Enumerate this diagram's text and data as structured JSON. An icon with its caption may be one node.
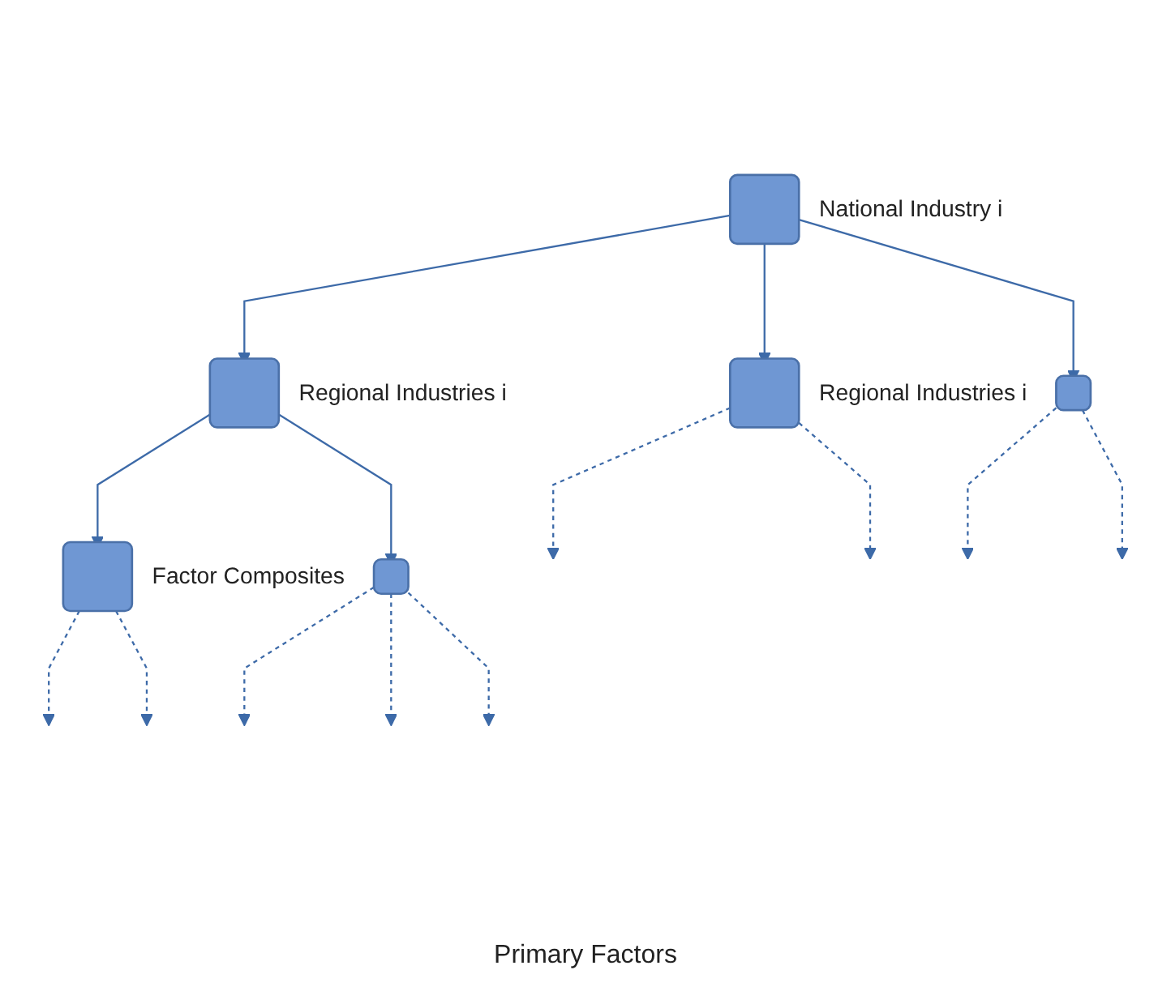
{
  "diagram": {
    "nodes": [
      {
        "text": [],
        "shape": "box",
        "beside": [
          "National Industry i"
        ]
      },
      {
        "text": [],
        "shape": "box",
        "beside": [
          "Regional Industries i"
        ]
      },
      {
        "text": [],
        "shape": "box",
        "beside": [
          "Regional Industries i"
        ]
      },
      {
        "text": [],
        "shape": "box"
      },
      {
        "text": [],
        "shape": "box",
        "beside": [
          "Factor Composites"
        ]
      },
      {
        "text": [],
        "shape": "box"
      }
    ],
    "edges": [
      {
        "from": 0,
        "to": 1,
        "arrow": "to"
      },
      {
        "from": 0,
        "to": 2,
        "arrow": "to"
      },
      {
        "from": 0,
        "to": 3,
        "arrow": "to"
      },
      {
        "from": 1,
        "to": null,
        "arrow": "to",
        "style": "dashed"
      },
      {
        "from": 1,
        "to": null,
        "arrow": "to",
        "style": "dashed"
      },
      {
        "from": 2,
        "to": 4,
        "arrow": "to"
      },
      {
        "from": 2,
        "to": 5,
        "arrow": "to"
      },
      {
        "from": 3,
        "to": null,
        "arrow": "to",
        "style": "dashed"
      },
      {
        "from": 3,
        "to": null,
        "arrow": "to",
        "style": "dashed"
      },
      {
        "from": 4,
        "to": null,
        "arrow": "to",
        "style": "dashed"
      },
      {
        "from": 4,
        "to": null,
        "arrow": "to",
        "style": "dashed"
      },
      {
        "from": 5,
        "to": null,
        "arrow": "to",
        "style": "dashed"
      },
      {
        "from": 5,
        "to": null,
        "arrow": "to",
        "style": "dashed"
      },
      {
        "from": 5,
        "to": null,
        "arrow": "to",
        "style": "dashed"
      }
    ],
    "labels": [
      "Primary Factors"
    ]
  }
}
